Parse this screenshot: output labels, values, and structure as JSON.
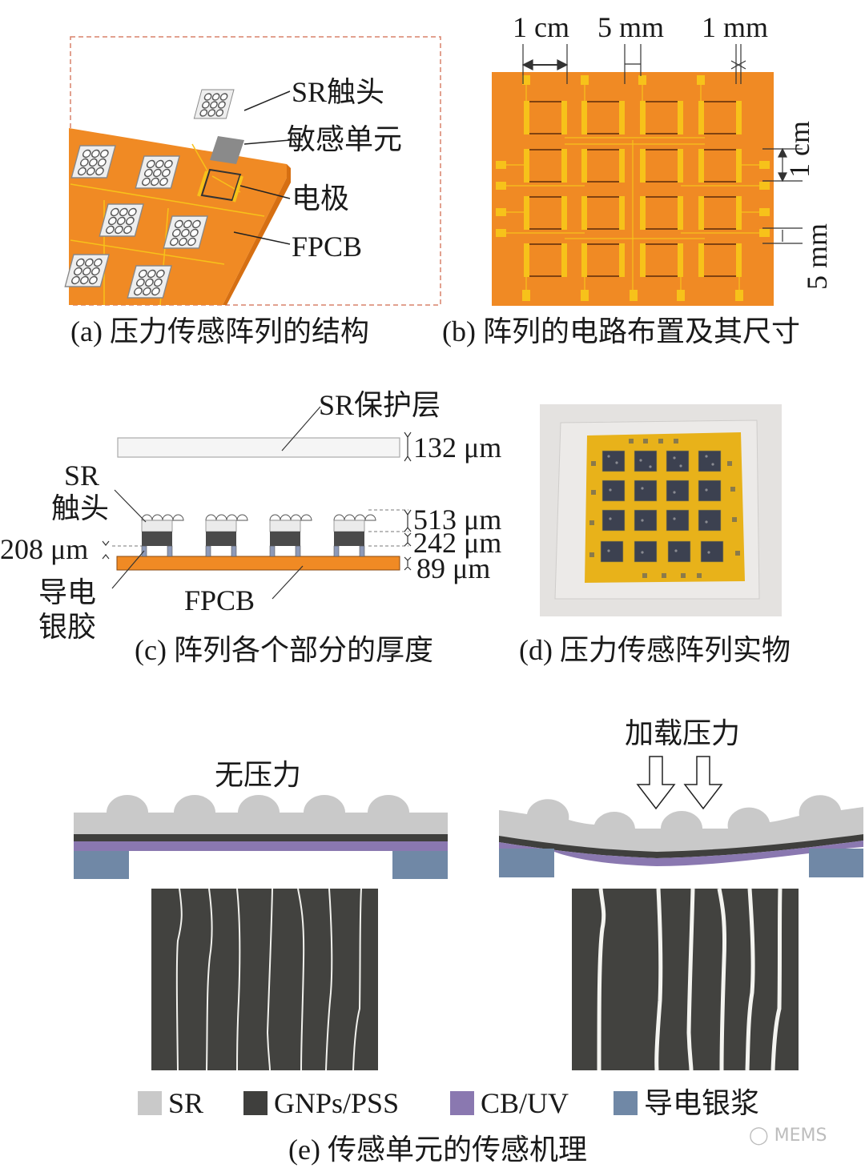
{
  "figure": {
    "panel_a": {
      "caption": "(a) 压力传感阵列的结构",
      "labels": {
        "sr_contact": "SR触头",
        "sensing_unit": "敏感单元",
        "electrode": "电极",
        "fpcb": "FPCB"
      }
    },
    "panel_b": {
      "caption": "(b) 阵列的电路布置及其尺寸",
      "dims": {
        "unit_width": "1 cm",
        "gap": "5 mm",
        "line_width": "1 mm",
        "unit_height": "1 cm",
        "row_gap": "5 mm"
      },
      "grid": {
        "rows": 4,
        "cols": 4
      }
    },
    "panel_c": {
      "caption": "(c) 阵列各个部分的厚度",
      "labels": {
        "sr_protect": "SR保护层",
        "sr": "SR",
        "contact": "触头",
        "silver_glue_1": "导电",
        "silver_glue_2": "银胶",
        "fpcb": "FPCB"
      },
      "thickness": {
        "protect_layer": "132 μm",
        "sr_contact": "513 μm",
        "sensing": "242 μm",
        "silver": "208 μm",
        "fpcb": "89 μm"
      }
    },
    "panel_d": {
      "caption": "(d) 压力传感阵列实物"
    },
    "panel_e": {
      "caption": "(e) 传感单元的传感机理",
      "no_pressure": "无压力",
      "with_pressure": "加载压力",
      "legend": [
        {
          "label": "SR",
          "color": "#c9c9c9"
        },
        {
          "label": "GNPs/PSS",
          "color": "#3f3f3d"
        },
        {
          "label": "CB/UV",
          "color": "#8a78b0"
        },
        {
          "label": "导电银浆",
          "color": "#7088a6"
        }
      ]
    },
    "watermark": "MEMS",
    "colors": {
      "fpcb_orange": "#f08a24",
      "electrode_yellow": "#f7c21a",
      "sr_grey": "#c9c9c9",
      "gnps_dark": "#3f3f3d",
      "cbuv_purple": "#8a78b0",
      "silver_blue": "#7088a6"
    }
  }
}
